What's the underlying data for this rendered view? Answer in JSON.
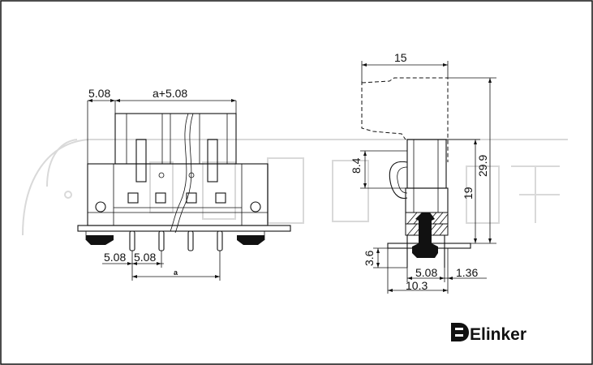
{
  "front_view": {
    "dim_pitch_left": "5.08",
    "dim_width_top": "a+5.08",
    "dim_pin_pitch_1": "5.08",
    "dim_pin_pitch_2": "5.08",
    "dim_span_a": "a"
  },
  "side_view": {
    "dim_depth": "15",
    "dim_height_total": "29.9",
    "dim_height_body": "19",
    "dim_latch": "8.4",
    "dim_pin_len": "3.6",
    "dim_pin_offset": "5.08",
    "dim_pin_edge": "1.36",
    "dim_base": "10.3"
  },
  "brand": {
    "name": "Elinker"
  },
  "colors": {
    "ink": "#111111",
    "watermark": "#d9d9d9"
  }
}
